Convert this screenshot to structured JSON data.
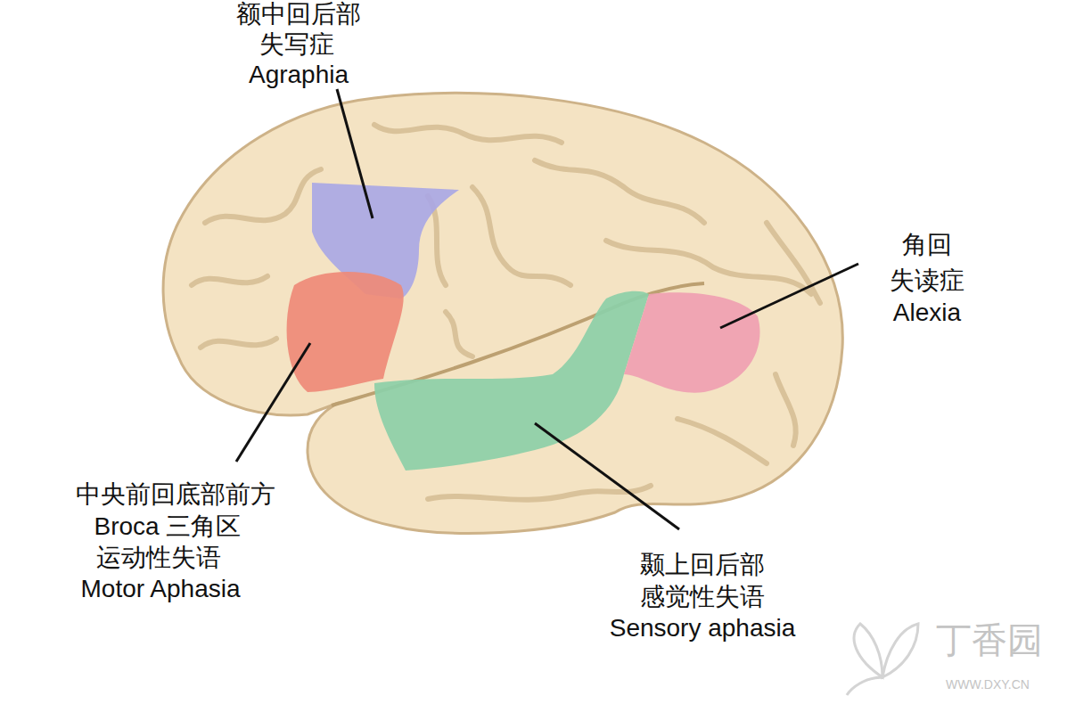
{
  "diagram": {
    "labels": [
      "额中回后部",
      "失写症",
      "Agraphia",
      "角回",
      "失读症",
      "Alexia",
      "中央前回底部前方",
      "Broca 三角区",
      "运动性失语",
      "Motor Aphasia",
      "颞上回后部",
      "感觉性失语",
      "Sensory aphasia",
      "丁香园",
      "WWW.DXY.CN"
    ]
  }
}
